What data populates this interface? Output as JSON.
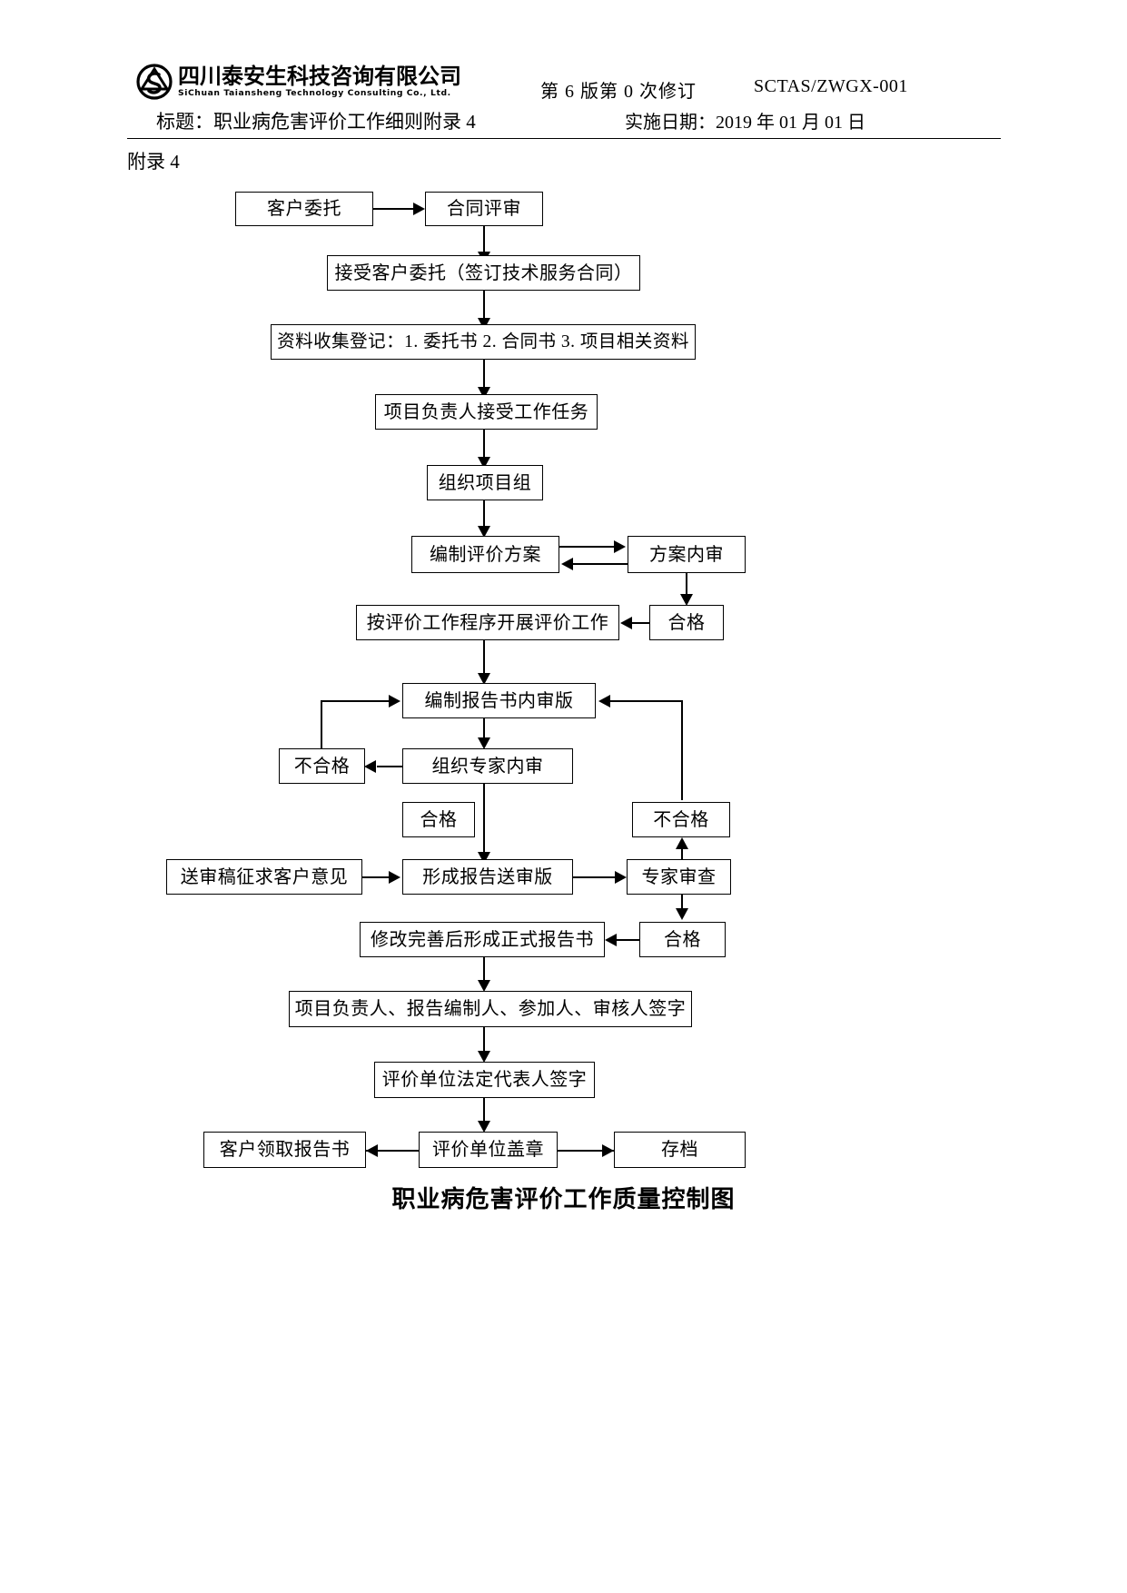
{
  "header": {
    "logo_cn": "四川泰安生科技咨询有限公司",
    "logo_en": "SiChuan Taiansheng Technology Consulting Co., Ltd.",
    "version": "第 6 版第 0 次修订",
    "doc_code": "SCTAS/ZWGX-001",
    "title": "标题：职业病危害评价工作细则附录 4",
    "effective_date": "实施日期：2019 年 01 月 01 日"
  },
  "appendix_label": "附录 4",
  "figure_caption": "职业病危害评价工作质量控制图",
  "flow": {
    "nodes": {
      "n01": "客户委托",
      "n02": "合同评审",
      "n03": "接受客户委托（签订技术服务合同）",
      "n04": "资料收集登记：1. 委托书 2. 合同书 3. 项目相关资料",
      "n05": "项目负责人接受工作任务",
      "n06": "组织项目组",
      "n07": "编制评价方案",
      "n08": "方案内审",
      "n09": "合格",
      "n10": "按评价工作程序开展评价工作",
      "n11": "编制报告书内审版",
      "n12": "不合格",
      "n13": "组织专家内审",
      "n14": "合格",
      "n15": "不合格",
      "n16": "送审稿征求客户意见",
      "n17": "形成报告送审版",
      "n18": "专家审查",
      "n19": "修改完善后形成正式报告书",
      "n20": "合格",
      "n21": "项目负责人、报告编制人、参加人、审核人签字",
      "n22": "评价单位法定代表人签字",
      "n23": "客户领取报告书",
      "n24": "评价单位盖章",
      "n25": "存档"
    }
  }
}
